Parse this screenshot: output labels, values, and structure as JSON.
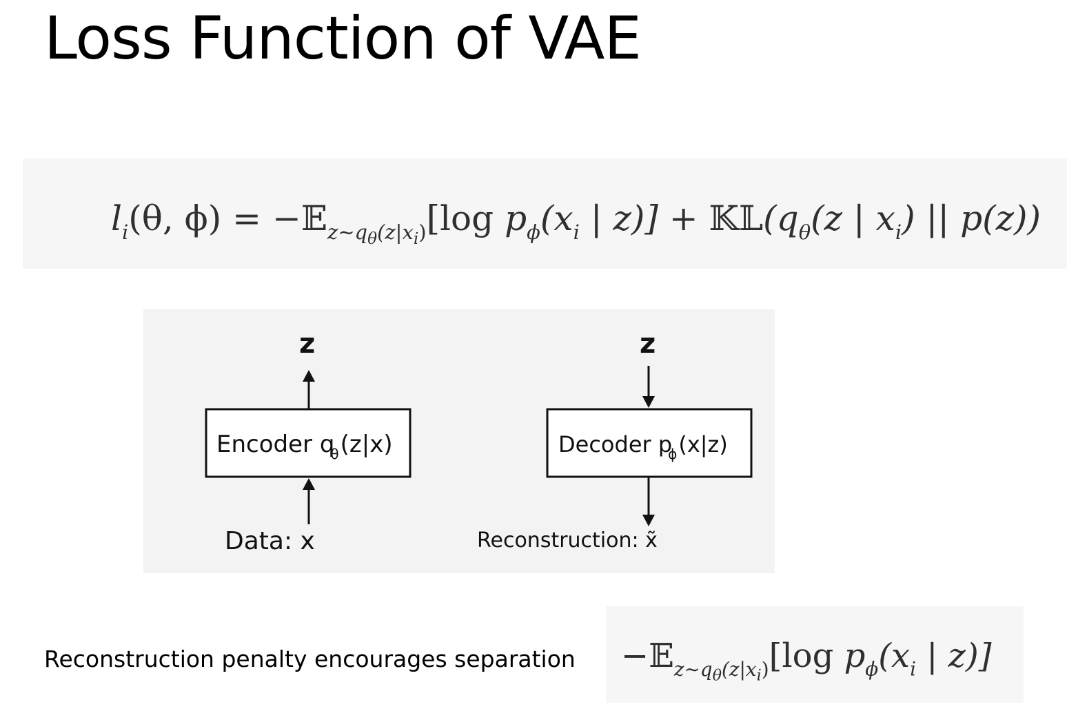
{
  "slide": {
    "title": "Loss Function of VAE",
    "caption": "Reconstruction penalty encourages separation"
  },
  "equation": {
    "lhs_l": "l",
    "lhs_i": "i",
    "lhs_args": "(θ, ϕ) = −",
    "expect_symbol": "𝔼",
    "expect_sub": "z∼q",
    "expect_sub_theta": "θ",
    "expect_sub_rest": "(z|x",
    "expect_sub_i": "i",
    "expect_sub_close": ")",
    "log_term": "[log ",
    "p": "p",
    "p_sub": "ϕ",
    "p_args": "(x",
    "p_args_i": "i",
    "p_args_rest": " | z)] + ",
    "kl_symbol": "𝕂𝕃",
    "kl_open": "(q",
    "kl_q_sub": "θ",
    "kl_args": "(z | x",
    "kl_args_i": "i",
    "kl_rest": ") || p(z))"
  },
  "recon_term": {
    "neg": "−",
    "expect_symbol": "𝔼",
    "expect_sub": "z∼q",
    "expect_sub_theta": "θ",
    "expect_sub_rest": "(z|x",
    "expect_sub_i": "i",
    "expect_sub_close": ")",
    "log_term": "[log ",
    "p": "p",
    "p_sub": "ϕ",
    "p_args": "(x",
    "p_args_i": "i",
    "p_args_rest": " | z)]"
  },
  "diagram": {
    "encoder": {
      "label_main": "Encoder q",
      "label_sub": "θ",
      "label_rest": "(z|x)",
      "input_label": "Data: x",
      "output_label": "z"
    },
    "decoder": {
      "label_main": "Decoder p",
      "label_sub": "ϕ",
      "label_rest": "(x|z)",
      "input_label": "z",
      "output_label": "Reconstruction: x̃"
    }
  }
}
